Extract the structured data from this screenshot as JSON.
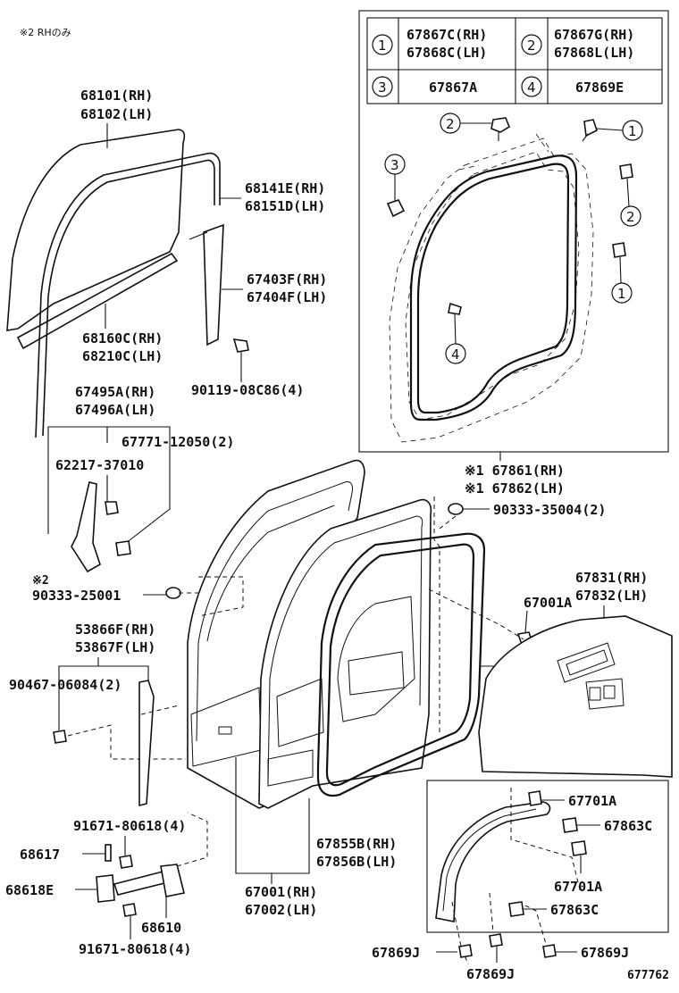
{
  "notes": {
    "rh_only": "※2 RHのみ",
    "diagram_id": "677762"
  },
  "legend": {
    "cell1_num": "1",
    "cell1_a": "67867C(RH)",
    "cell1_b": "67868C(LH)",
    "cell2_num": "2",
    "cell2_a": "67867G(RH)",
    "cell2_b": "67868L(LH)",
    "cell3_num": "3",
    "cell3_a": "67867A",
    "cell4_num": "4",
    "cell4_a": "67869E"
  },
  "callouts": {
    "n1": "1",
    "n2": "2",
    "n3": "3",
    "n4": "4"
  },
  "parts": {
    "p68101": "68101(RH)",
    "p68102": "68102(LH)",
    "p68141E": "68141E(RH)",
    "p68151D": "68151D(LH)",
    "p67403F": "67403F(RH)",
    "p67404F": "67404F(LH)",
    "p68160C": "68160C(RH)",
    "p68210C": "68210C(LH)",
    "p90119": "90119-08C86(4)",
    "p67495A": "67495A(RH)",
    "p67496A": "67496A(LH)",
    "p67771": "67771-12050(2)",
    "p62217": "62217-37010",
    "p67861": "※1 67861(RH)",
    "p67862": "※1 67862(LH)",
    "p90333_35004": "90333-35004(2)",
    "mark2": "※2",
    "p90333_25001": "90333-25001",
    "p67831": "67831(RH)",
    "p67832": "67832(LH)",
    "p67001A": "67001A",
    "mark1": "※1",
    "p53866F": "53866F(RH)",
    "p53867F": "53867F(LH)",
    "p90467": "90467-06084(2)",
    "p91671_top": "91671-80618(4)",
    "p68617": "68617",
    "p68618E": "68618E",
    "p68610": "68610",
    "p91671_bot": "91671-80618(4)",
    "p67855B": "67855B(RH)",
    "p67856B": "67856B(LH)",
    "p67001": "67001(RH)",
    "p67002": "67002(LH)",
    "p67701A_top": "67701A",
    "p67863C_top": "67863C",
    "p67701A_mid": "67701A",
    "p67863C_bot": "67863C",
    "p67869J_left": "67869J",
    "p67869J_right": "67869J",
    "p67869J_bottom": "67869J"
  }
}
